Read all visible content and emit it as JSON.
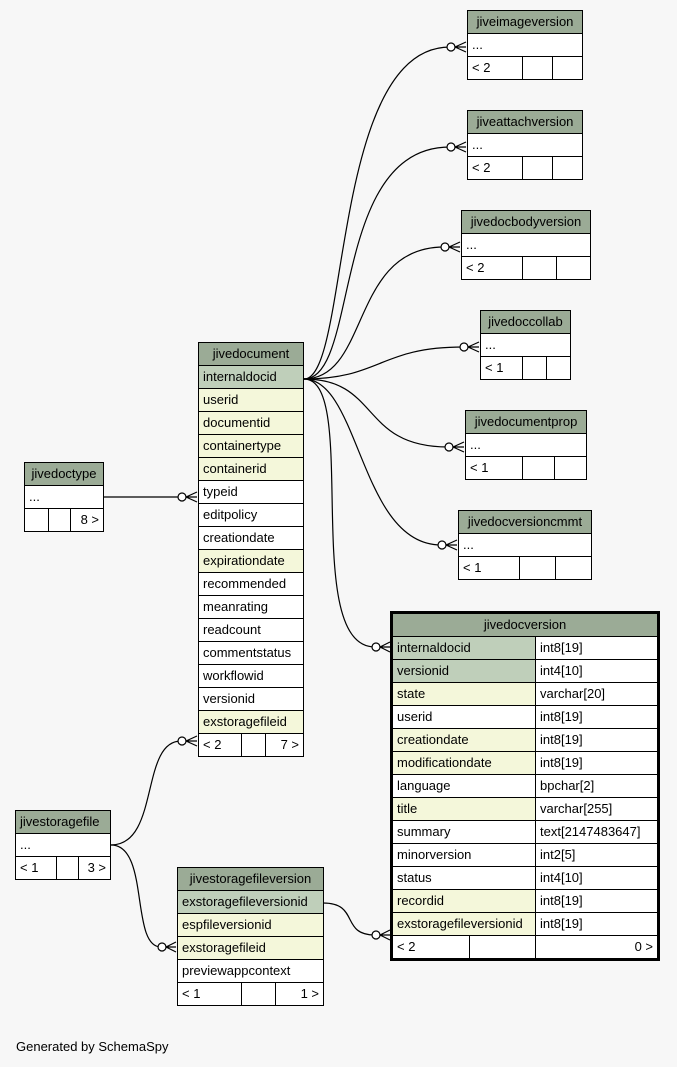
{
  "footer": "Generated by SchemaSpy",
  "tables": {
    "jiveimageversion": {
      "title": "jiveimageversion",
      "cols": "...",
      "stats": [
        "< 2",
        "",
        ""
      ]
    },
    "jiveattachversion": {
      "title": "jiveattachversion",
      "cols": "...",
      "stats": [
        "< 2",
        "",
        ""
      ]
    },
    "jivedocbodyversion": {
      "title": "jivedocbodyversion",
      "cols": "...",
      "stats": [
        "< 2",
        "",
        ""
      ]
    },
    "jivedoccollab": {
      "title": "jivedoccollab",
      "cols": "...",
      "stats": [
        "< 1",
        "",
        ""
      ]
    },
    "jivedocumentprop": {
      "title": "jivedocumentprop",
      "cols": "...",
      "stats": [
        "< 1",
        "",
        ""
      ]
    },
    "jivedocversioncmmt": {
      "title": "jivedocversioncmmt",
      "cols": "...",
      "stats": [
        "< 1",
        "",
        ""
      ]
    },
    "jivedoctype": {
      "title": "jivedoctype",
      "cols": "...",
      "stats": [
        "",
        "",
        "8 >"
      ]
    },
    "jivestoragefile": {
      "title": "jivestoragefile",
      "cols": "...",
      "stats": [
        "< 1",
        "",
        "3 >"
      ]
    },
    "jivedocument": {
      "title": "jivedocument",
      "columns": [
        "internaldocid",
        "userid",
        "documentid",
        "containertype",
        "containerid",
        "typeid",
        "editpolicy",
        "creationdate",
        "expirationdate",
        "recommended",
        "meanrating",
        "readcount",
        "commentstatus",
        "workflowid",
        "versionid",
        "exstoragefileid"
      ],
      "stats": [
        "< 2",
        "",
        "7 >"
      ]
    },
    "jivestoragefileversion": {
      "title": "jivestoragefileversion",
      "columns": [
        "exstoragefileversionid",
        "espfileversionid",
        "exstoragefileid",
        "previewappcontext"
      ],
      "stats": [
        "< 1",
        "",
        "1 >"
      ]
    },
    "jivedocversion": {
      "title": "jivedocversion",
      "columns": [
        {
          "name": "internaldocid",
          "type": "int8[19]"
        },
        {
          "name": "versionid",
          "type": "int4[10]"
        },
        {
          "name": "state",
          "type": "varchar[20]"
        },
        {
          "name": "userid",
          "type": "int8[19]"
        },
        {
          "name": "creationdate",
          "type": "int8[19]"
        },
        {
          "name": "modificationdate",
          "type": "int8[19]"
        },
        {
          "name": "language",
          "type": "bpchar[2]"
        },
        {
          "name": "title",
          "type": "varchar[255]"
        },
        {
          "name": "summary",
          "type": "text[2147483647]"
        },
        {
          "name": "minorversion",
          "type": "int2[5]"
        },
        {
          "name": "status",
          "type": "int4[10]"
        },
        {
          "name": "recordid",
          "type": "int8[19]"
        },
        {
          "name": "exstoragefileversionid",
          "type": "int8[19]"
        }
      ],
      "stats": [
        "< 2",
        "",
        "0 >"
      ]
    }
  }
}
